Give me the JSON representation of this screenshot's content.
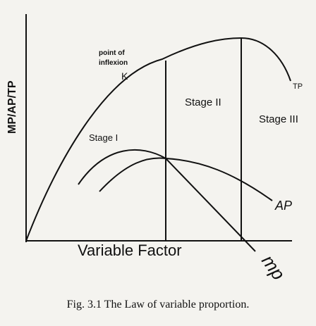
{
  "figure": {
    "y_axis_label": "MP/AP/TP",
    "x_axis_label": "Variable Factor",
    "inflexion_label_line1": "point of",
    "inflexion_label_line2": "inflexion",
    "inflexion_point_label": "K",
    "stage_1_label": "Stage I",
    "stage_2_label": "Stage II",
    "stage_3_label": "Stage III",
    "tp_curve_label": "TP",
    "ap_curve_label": "AP",
    "mp_curve_label": "mp",
    "caption": "Fig. 3.1 The Law of variable proportion."
  },
  "colors": {
    "ink": "#111111",
    "paper": "#f4f3ef"
  }
}
